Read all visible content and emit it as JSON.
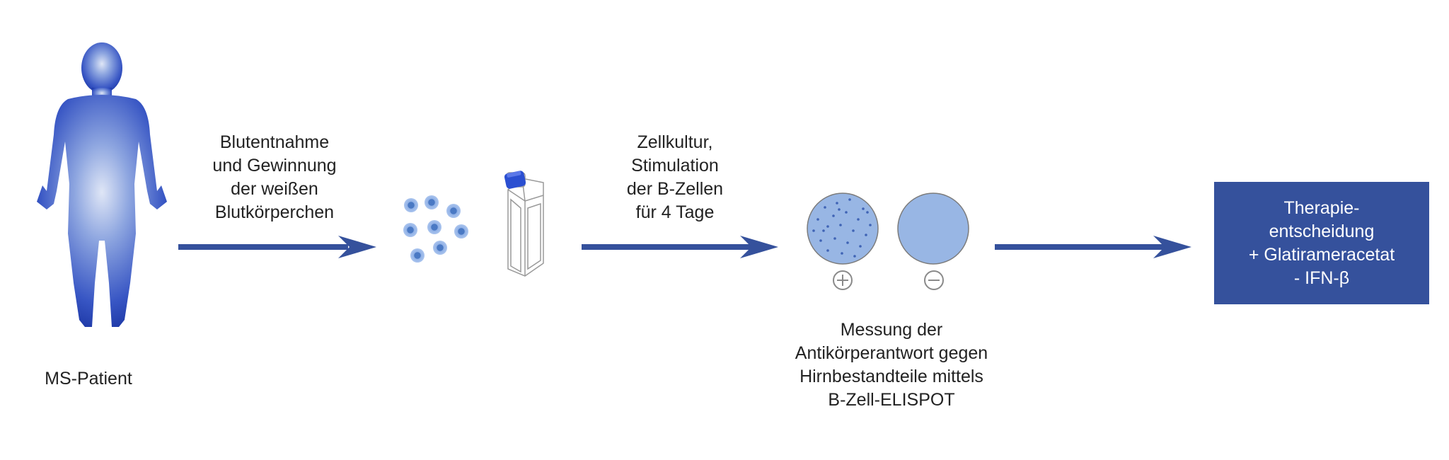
{
  "patient": {
    "label": "MS-Patient"
  },
  "step1": {
    "lines": [
      "Blutentnahme",
      "und Gewinnung",
      "der weißen",
      "Blutkörperchen"
    ]
  },
  "step2": {
    "lines": [
      "Zellkultur,",
      "Stimulation",
      "der B-Zellen",
      "für 4 Tage"
    ]
  },
  "step3": {
    "lines": [
      "Messung der",
      "Antikörperantwort gegen",
      "Hirnbestandteile mittels",
      "B-Zell-ELISPOT"
    ]
  },
  "result": {
    "lines": [
      "Therapie-",
      "entscheidung",
      "+ Glatirameracetat",
      "- IFN-β"
    ]
  },
  "colors": {
    "accent": "#35519c",
    "well": "#98b6e4",
    "cell": "#5e90d4"
  }
}
